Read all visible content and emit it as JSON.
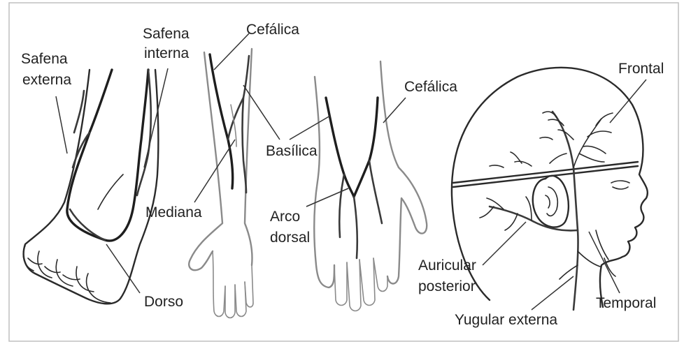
{
  "labels": {
    "safena_interna_1": "Safena",
    "safena_interna_2": "interna",
    "safena_externa_1": "Safena",
    "safena_externa_2": "externa",
    "cefalica_arm": "Cefálica",
    "cefalica_hand": "Cefálica",
    "basilica": "Basílica",
    "mediana": "Mediana",
    "arco_dorsal_1": "Arco",
    "arco_dorsal_2": "dorsal",
    "dorso": "Dorso",
    "frontal": "Frontal",
    "auricular_posterior_1": "Auricular",
    "auricular_posterior_2": "posterior",
    "temporal": "Temporal",
    "yugular_externa": "Yugular externa"
  }
}
